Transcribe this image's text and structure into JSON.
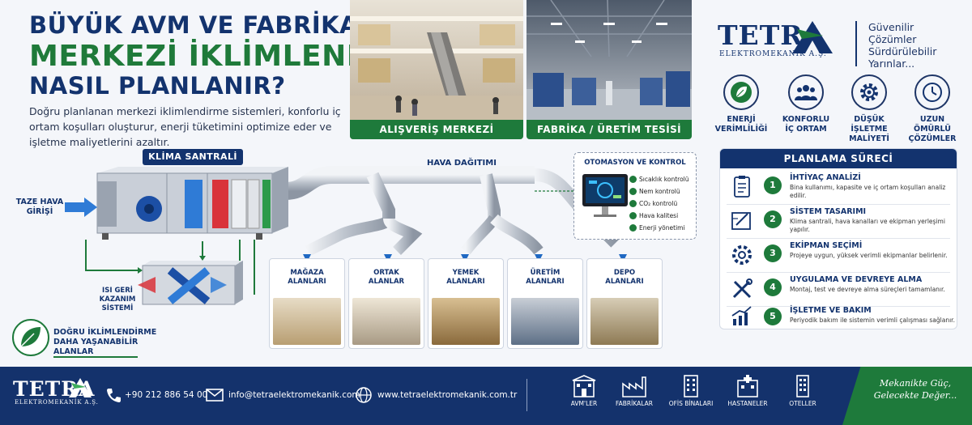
{
  "headline": {
    "line1": "BÜYÜK AVM VE FABRİKALARDA",
    "line2": "MERKEZİ İKLİMLENDİRME",
    "line3": "NASIL PLANLANIR?"
  },
  "intro": "Doğru planlanan merkezi iklimlendirme sistemleri, konforlu iç ortam koşulları oluşturur, enerji tüketimini optimize eder ve işletme maliyetlerini azaltır.",
  "photos": [
    {
      "caption": "ALIŞVERİŞ MERKEZİ"
    },
    {
      "caption": "FABRİKA / ÜRETİM TESİSİ"
    }
  ],
  "brand": {
    "name": "TETRA",
    "sub": "ELEKTROMEKANİK A.Ş.",
    "tagline": [
      "Güvenilir",
      "Çözümler",
      "Sürdürülebilir",
      "Yarınlar..."
    ]
  },
  "benefits": [
    {
      "line1": "ENERJİ",
      "line2": "VERİMLİLİĞİ",
      "icon": "leaf-icon"
    },
    {
      "line1": "KONFORLU",
      "line2": "İÇ ORTAM",
      "icon": "people-icon"
    },
    {
      "line1": "DÜŞÜK İŞLETME",
      "line2": "MALİYETİ",
      "icon": "gear-icon"
    },
    {
      "line1": "UZUN ÖMÜRLÜ",
      "line2": "ÇÖZÜMLER",
      "icon": "clock-icon"
    }
  ],
  "process": {
    "title": "PLANLAMA SÜRECİ",
    "steps": [
      {
        "num": "1",
        "title": "İHTİYAÇ ANALİZİ",
        "desc": "Bina kullanımı, kapasite ve iç ortam koşulları analiz edilir."
      },
      {
        "num": "2",
        "title": "SİSTEM TASARIMI",
        "desc": "Klima santrali, hava kanalları ve ekipman yerleşimi yapılır."
      },
      {
        "num": "3",
        "title": "EKİPMAN SEÇİMİ",
        "desc": "Projeye uygun, yüksek verimli ekipmanlar belirlenir."
      },
      {
        "num": "4",
        "title": "UYGULAMA VE DEVREYE ALMA",
        "desc": "Montaj, test ve devreye alma süreçleri tamamlanır."
      },
      {
        "num": "5",
        "title": "İŞLETME VE BAKIM",
        "desc": "Periyodik bakım ile sistemin verimli çalışması sağlanır."
      }
    ]
  },
  "diagram": {
    "ahu_label": "KLİMA SANTRALİ",
    "air_dist": "HAVA DAĞITIMI",
    "fresh_air": [
      "TAZE HAVA",
      "GİRİŞİ"
    ],
    "heat_recovery": [
      "ISI GERİ",
      "KAZANIM",
      "SİSTEMİ"
    ],
    "green_note": [
      "DOĞRU İKLİMLENDİRME",
      "DAHA YAŞANABİLİR",
      "ALANLAR"
    ]
  },
  "automation": {
    "title": "OTOMASYON VE KONTROL",
    "items": [
      "Sıcaklık kontrolü",
      "Nem kontrolü",
      "CO₂ kontrolü",
      "Hava kalitesi",
      "Enerji yönetimi"
    ]
  },
  "zones": [
    {
      "line1": "MAĞAZA",
      "line2": "ALANLARI"
    },
    {
      "line1": "ORTAK",
      "line2": "ALANLAR"
    },
    {
      "line1": "YEMEK",
      "line2": "ALANLARI"
    },
    {
      "line1": "ÜRETİM",
      "line2": "ALANLARI"
    },
    {
      "line1": "DEPO",
      "line2": "ALANLARI"
    }
  ],
  "footer": {
    "brand": "TETRA",
    "brand_sub": "ELEKTROMEKANİK A.Ş.",
    "phone": "+90 212 886 54 00",
    "email": "info@tetraelektromekanik.com",
    "web": "www.tetraelektromekanik.com.tr",
    "sectors": [
      "AVM'LER",
      "FABRİKALAR",
      "OFİS BİNALARI",
      "HASTANELER",
      "OTELLER"
    ],
    "slogan": [
      "Mekanikte Güç,",
      "Gelecekte Değer..."
    ]
  },
  "colors": {
    "navy": "#13336e",
    "green": "#1e7a3b",
    "footer": "#14326c"
  }
}
